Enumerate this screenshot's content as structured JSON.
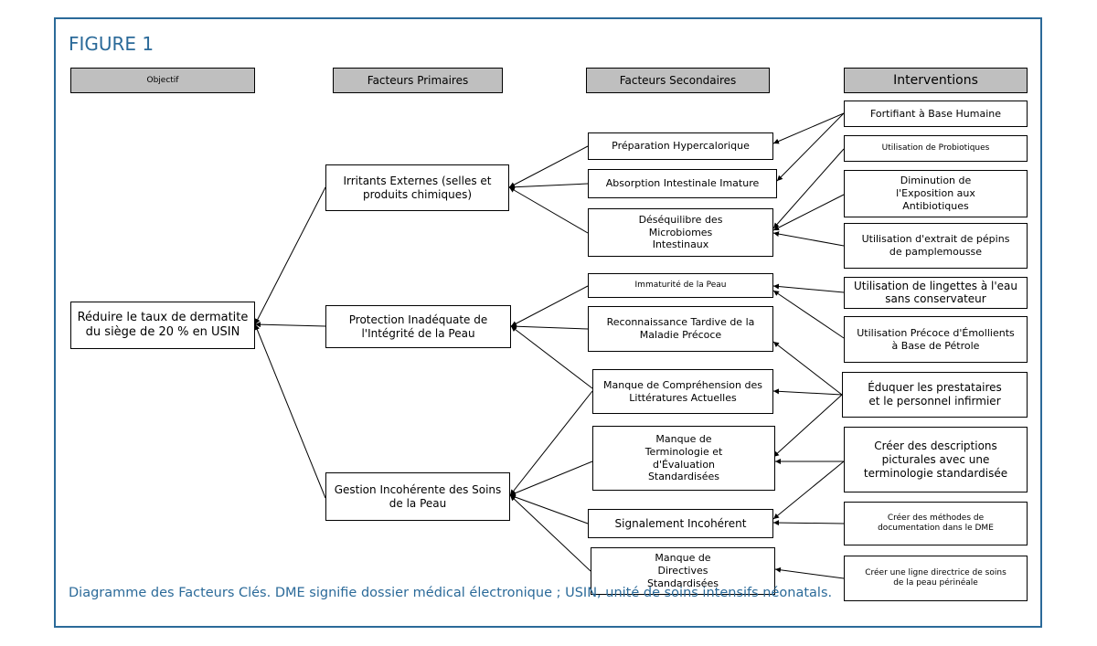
{
  "figure": {
    "title": "FIGURE 1",
    "caption": "Diagramme des Facteurs Clés. DME signifie dossier médical électronique ; USIN, unité de soins intensifs néonatals."
  },
  "headers": {
    "objective": "Objectif",
    "primary": "Facteurs Primaires",
    "secondary": "Facteurs Secondaires",
    "interventions": "Interventions"
  },
  "objective": "Réduire le taux de dermatite du siège de 20 % en USIN",
  "primary": {
    "irritants": "Irritants Externes (selles et produits chimiques)",
    "protection": "Protection Inadéquate de l'Intégrité de la Peau",
    "gestion": "Gestion Incohérente des Soins de la Peau"
  },
  "secondary": {
    "hypercal": "Préparation Hypercalorique",
    "absorption": "Absorption Intestinale Imature",
    "desequilibre": "Déséquilibre des Microbiomes Intestinaux",
    "immaturite": "Immaturité de la Peau",
    "reconnaissance": "Reconnaissance Tardive de la Maladie Précoce",
    "comprehension": "Manque de Compréhension des Littératures Actuelles",
    "terminologie": "Manque de Terminologie et d'Évaluation Standardisées",
    "signalement": "Signalement Incohérent",
    "directives": "Manque de Directives Standardisées"
  },
  "interventions": {
    "fortifiant": "Fortifiant à Base Humaine",
    "probiotiques": "Utilisation de Probiotiques",
    "antibiotiques": "Diminution de l'Exposition aux Antibiotiques",
    "pamplemousse": "Utilisation d'extrait de pépins de pamplemousse",
    "lingettes": "Utilisation de lingettes à l'eau sans conservateur",
    "emollients": "Utilisation Précoce d'Émollients à Base de Pétrole",
    "eduquer": "Éduquer les prestataires et le personnel infirmier",
    "pictural": "Créer des descriptions picturales avec une terminologie standardisée",
    "dme": "Créer des méthodes de documentation dans le DME",
    "ligne": "Créer une ligne directrice de soins de la peau périnéale"
  }
}
